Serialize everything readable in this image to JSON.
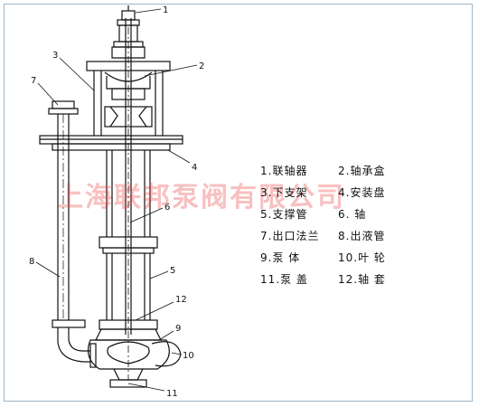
{
  "watermark": "上海联邦泵阀有限公司",
  "callouts": [
    "1",
    "2",
    "3",
    "4",
    "5",
    "6",
    "7",
    "8",
    "9",
    "10",
    "11",
    "12"
  ],
  "legend": [
    [
      "1.联轴器",
      "2.轴承盒"
    ],
    [
      "3.下支架",
      "4.安装盘"
    ],
    [
      "5.支撑管",
      "6.  轴"
    ],
    [
      "7.出口法兰",
      "8.出液管"
    ],
    [
      "9.泵  体",
      "10.叶  轮"
    ],
    [
      "11.泵  盖",
      "12.轴  套"
    ]
  ],
  "colors": {
    "frame": "#9fb6c8",
    "line": "#111111",
    "watermark": "#e83c3c"
  }
}
